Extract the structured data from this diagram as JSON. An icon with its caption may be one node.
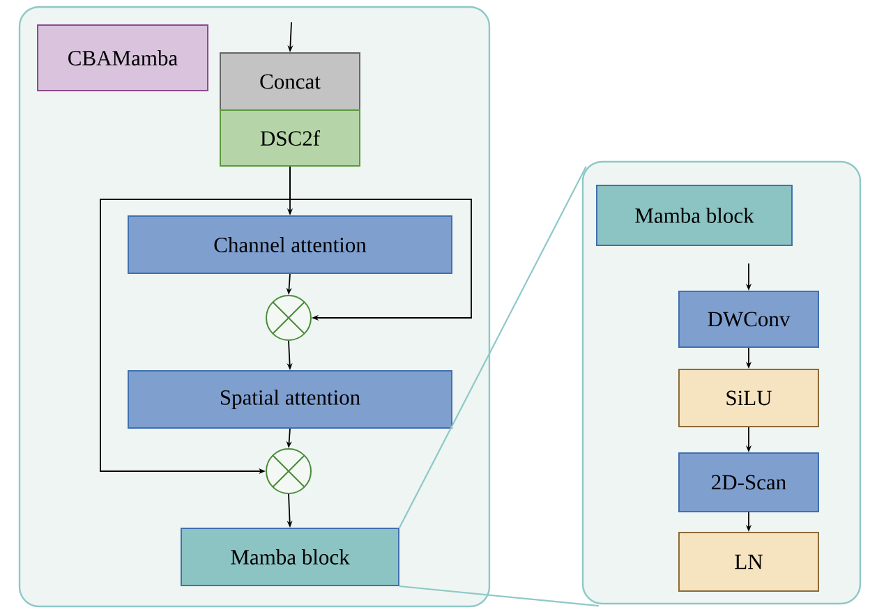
{
  "diagram": {
    "nodes": [
      {
        "text": [],
        "shape": "box"
      },
      {
        "text": [
          "CBAMamba"
        ],
        "in": 0
      },
      {
        "text": [
          "Concat"
        ],
        "in": 0
      },
      {
        "text": [
          "DSC2f"
        ],
        "in": 0
      },
      {
        "text": [
          "Channel attention"
        ],
        "in": 0
      },
      {
        "text": [],
        "shape": "circle",
        "in": 0
      },
      {
        "text": [
          "Spatial attention"
        ],
        "in": 0
      },
      {
        "text": [],
        "shape": "circle",
        "in": 0
      },
      {
        "text": [
          "Mamba block"
        ],
        "in": 0
      },
      {
        "text": [],
        "shape": "box"
      },
      {
        "text": [
          "Mamba block"
        ],
        "in": 9
      },
      {
        "text": [
          "DWConv"
        ],
        "in": 9
      },
      {
        "text": [
          "SiLU"
        ],
        "in": 9
      },
      {
        "text": [
          "2D-Scan"
        ],
        "in": 9
      },
      {
        "text": [
          "LN"
        ],
        "in": 9
      }
    ],
    "edges": [
      {
        "from": null,
        "to": 2,
        "arrow": "to"
      },
      {
        "from": 3,
        "to": 4,
        "arrow": "to"
      },
      {
        "from": 4,
        "to": 5,
        "arrow": "to"
      },
      {
        "from": 5,
        "to": 6,
        "arrow": "to"
      },
      {
        "from": 6,
        "to": 7,
        "arrow": "to"
      },
      {
        "from": 7,
        "to": 8,
        "arrow": "to"
      },
      {
        "from": 3,
        "to": 5,
        "arrow": "to"
      },
      {
        "from": 3,
        "to": 7,
        "arrow": "to"
      },
      {
        "from": 8,
        "to": 9,
        "arrow": "none",
        "color": "#8ec8c8"
      },
      {
        "from": 8,
        "to": 9,
        "arrow": "none",
        "color": "#8ec8c8"
      },
      {
        "from": null,
        "to": 11,
        "arrow": "to"
      },
      {
        "from": 11,
        "to": 12,
        "arrow": "to"
      },
      {
        "from": 12,
        "to": 13,
        "arrow": "to"
      },
      {
        "from": 13,
        "to": 14,
        "arrow": "to"
      }
    ]
  }
}
